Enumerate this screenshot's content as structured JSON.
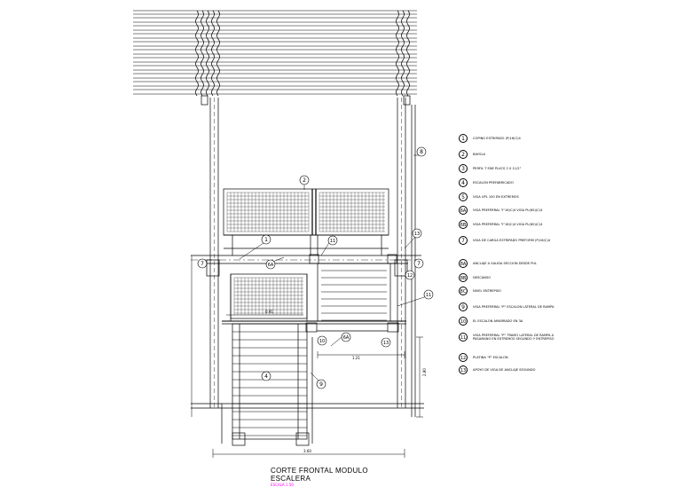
{
  "drawing": {
    "title": "CORTE FRONTAL MODULO",
    "subtitle": "ESCALERA",
    "scale": "ESCALA 1:50",
    "colors": {
      "line": "#000000",
      "accent": "#ff00ff",
      "background": "#ffffff"
    }
  },
  "dimensions": {
    "landing_width": "1.21",
    "stair_width": "0.91",
    "right_height": "2.80",
    "total_width": "3.60"
  },
  "callouts": [
    {
      "id": "c1",
      "label": "1"
    },
    {
      "id": "c2",
      "label": "2"
    },
    {
      "id": "c4",
      "label": "4"
    },
    {
      "id": "c6a",
      "label": "6A"
    },
    {
      "id": "c6b",
      "label": "6A"
    },
    {
      "id": "c7a",
      "label": "7"
    },
    {
      "id": "c7b",
      "label": "7"
    },
    {
      "id": "c8",
      "label": "8"
    },
    {
      "id": "c9",
      "label": "9"
    },
    {
      "id": "c10",
      "label": "10"
    },
    {
      "id": "c11a",
      "label": "11"
    },
    {
      "id": "c11b",
      "label": "11"
    },
    {
      "id": "c12",
      "label": "12"
    },
    {
      "id": "c13a",
      "label": "13"
    },
    {
      "id": "c13b",
      "label": "13"
    }
  ],
  "legend": [
    {
      "num": "1",
      "text": "COPING ESTRIPADO (P)16(C)4"
    },
    {
      "num": "2",
      "text": "BAYOLA"
    },
    {
      "num": "3",
      "text": "PERFIL T ENE PLUCS 2 X 11/2\""
    },
    {
      "num": "4",
      "text": "ESCALON PREFABRICADO"
    },
    {
      "num": "5",
      "text": "VIGA UPL 100 EN EXTREMOS"
    },
    {
      "num": "6A",
      "text": "VIGA PREFERRAL \"I\"16(C)4 VIGA PL(60)(C)4"
    },
    {
      "num": "6B",
      "text": "VIGA PREFERRAL \"I\"16(C)4 VIGA PL(60)(C)4"
    },
    {
      "num": "7",
      "text": "VIGA DE CARGA ESTRIPADO PREFORM (P)16(C)4"
    },
    {
      "num": "8A",
      "text": "ANCLAJE A SALIDA SECCION DESDE PUL"
    },
    {
      "num": "8B",
      "text": "DESCANSO"
    },
    {
      "num": "8C",
      "text": "NIVEL ENTREPISO"
    },
    {
      "num": "9",
      "text": "VIGA PREFERRAL \"P\" ESCALON LATERAL DE RAMPA"
    },
    {
      "num": "10",
      "text": "EL ESCALON AMARRADO EN 3A"
    },
    {
      "num": "11",
      "text": "VIGA PREFERRAL \"P\" TRAMO LATERAL DE RAMPA A PASAMANO EN EXTREMOS SEGUNDO Y ENTREPISO"
    },
    {
      "num": "12",
      "text": "PLATINA \"P\" ESCALON"
    },
    {
      "num": "13",
      "text": "APOYO DE VIGA DE ANCLAJE SEGUNDO"
    }
  ]
}
